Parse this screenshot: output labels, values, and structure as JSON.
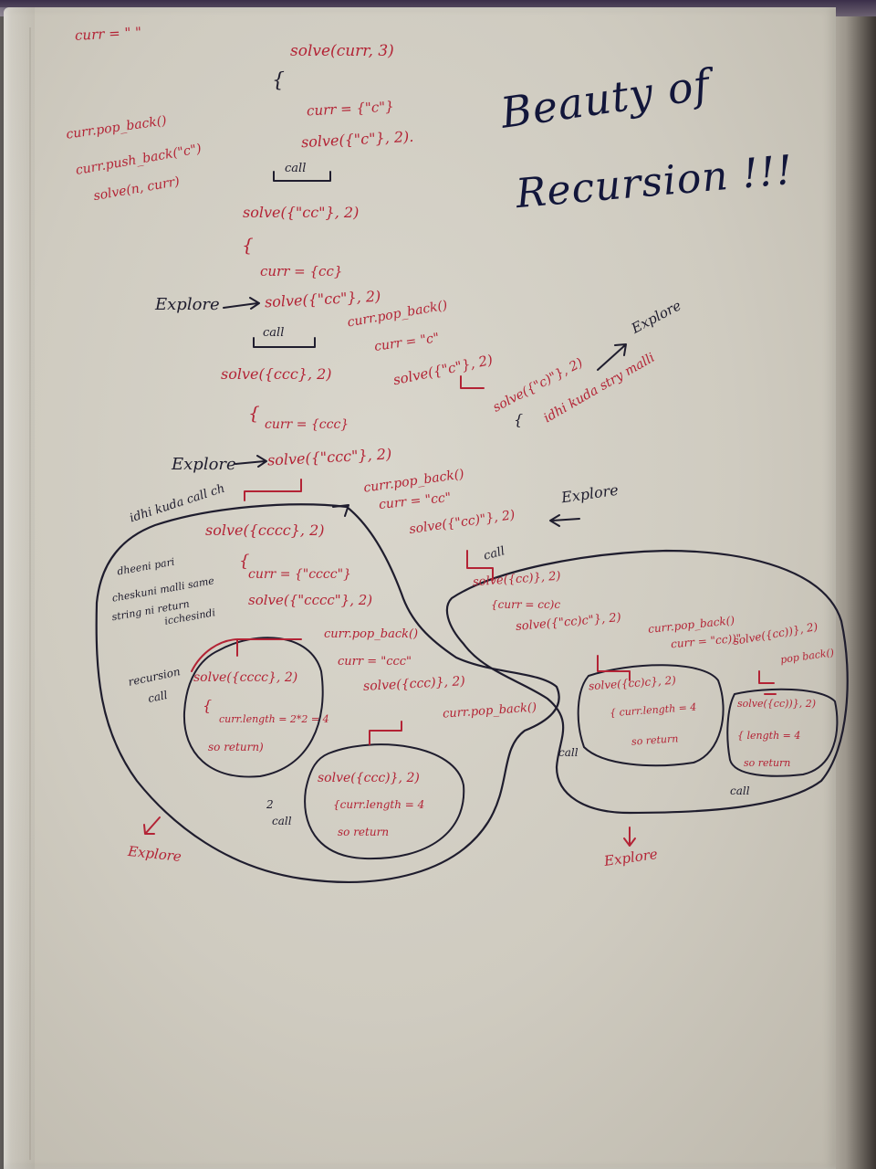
{
  "title": {
    "line1": "Beauty of",
    "line2": "Recursion !!!"
  },
  "left_notes": [
    "curr = \" \"",
    "curr.pop_back()",
    "curr.push_back(\"c\")",
    "solve(n, curr)"
  ],
  "trace": {
    "l1": "solve(curr, 3)",
    "l2": "{",
    "l3": "curr = {\"c\"}",
    "l4": "solve({\"c\"}, 2).",
    "l5": "call",
    "l6": "solve({\"cc\"}, 2)",
    "l7": "{",
    "l8": "curr = {cc}",
    "l9": "Explore",
    "l10": "solve({\"cc\"}, 2)",
    "l11": "call",
    "l12": "curr.pop_back()",
    "l13": "curr = \"c\"",
    "l14": "solve({\"c\"}, 2)",
    "l15": "solve({ccc}, 2)",
    "l16": "{",
    "l17": "curr = {ccc}",
    "l18": "Explore",
    "l19": "solve({\"ccc\"}, 2)",
    "l20": "solve({\"c)\"}, 2)",
    "l21": "Explore",
    "l22": "{",
    "l23": "idhi kuda stry malli"
  },
  "middle": {
    "idhi": "idhi kuda call ch",
    "pop1": "curr.pop_back()",
    "curr_cc": "curr = \"cc\"",
    "solve_cc": "solve({\"cc)\"}, 2)",
    "explore": "Explore",
    "call": "call"
  },
  "blob_left": {
    "side1": "dheeni pari",
    "side2": "cheskuni malli same",
    "side3": "string ni return",
    "side4": "icchesindi",
    "s1": "solve({cccc}, 2)",
    "s2": "{",
    "s3": "curr = {\"cccc\"}",
    "s4": "solve({\"cccc\"}, 2)",
    "s5": "curr.pop_back()",
    "s6": "curr = \"ccc\"",
    "s7": "solve({ccc)}, 2)",
    "s8": "curr.pop_back()",
    "rec1": "recursion",
    "rec2": "call",
    "inner1": "solve({cccc}, 2)",
    "inner2": "{",
    "inner3": "curr.length = 2*2 = 4",
    "inner4": "so return)",
    "inner5": "solve({ccc)}, 2)",
    "inner6": "{curr.length = 4",
    "inner7": "so return",
    "call2a": "2",
    "call2b": "call",
    "explore": "Explore"
  },
  "blob_right": {
    "r1": "solve({cc)}, 2)",
    "r2": "{curr = cc)c",
    "r3": "solve({\"cc)c\"}, 2)",
    "r4": "curr.pop_back()",
    "r5": "curr = \"cc))\"",
    "r6": "solve({cc))}, 2)",
    "r7": "pop back()",
    "i1": "solve({cc)c}, 2)",
    "i2": "{ curr.length = 4",
    "i3": "so return",
    "j1": "solve({cc))}, 2)",
    "j2": "{ length = 4",
    "j3": "so return",
    "call_a": "call",
    "call_b": "call",
    "explore": "Explore"
  }
}
